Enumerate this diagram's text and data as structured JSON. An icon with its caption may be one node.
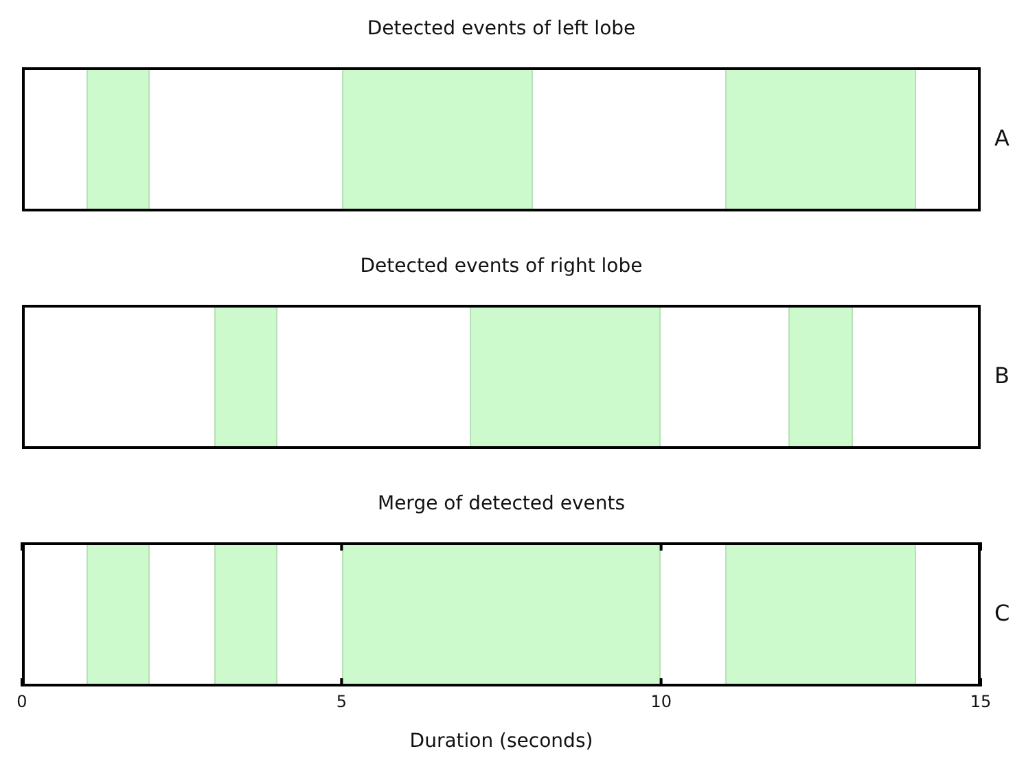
{
  "diagram": {
    "nodes": [
      {
        "text": [
          "Detected events of left lobe"
        ],
        "beside": [
          "A"
        ]
      },
      {
        "text": [],
        "shape": "bar",
        "in": 0
      },
      {
        "text": [],
        "shape": "bar",
        "in": 0
      },
      {
        "text": [],
        "shape": "bar",
        "in": 0
      },
      {
        "text": [
          "Detected events of right lobe"
        ],
        "beside": [
          "B"
        ]
      },
      {
        "text": [],
        "shape": "bar",
        "in": 4
      },
      {
        "text": [],
        "shape": "bar",
        "in": 4
      },
      {
        "text": [],
        "shape": "bar",
        "in": 4
      },
      {
        "text": [
          "Merge of detected events"
        ],
        "beside": [
          "C"
        ]
      },
      {
        "text": [],
        "shape": "bar",
        "in": 8
      },
      {
        "text": [],
        "shape": "bar",
        "in": 8
      },
      {
        "text": [],
        "shape": "bar",
        "in": 8
      },
      {
        "text": [],
        "shape": "bar",
        "in": 8
      }
    ],
    "labels": [
      "0",
      "5",
      "10",
      "15",
      "Duration (seconds)"
    ]
  }
}
